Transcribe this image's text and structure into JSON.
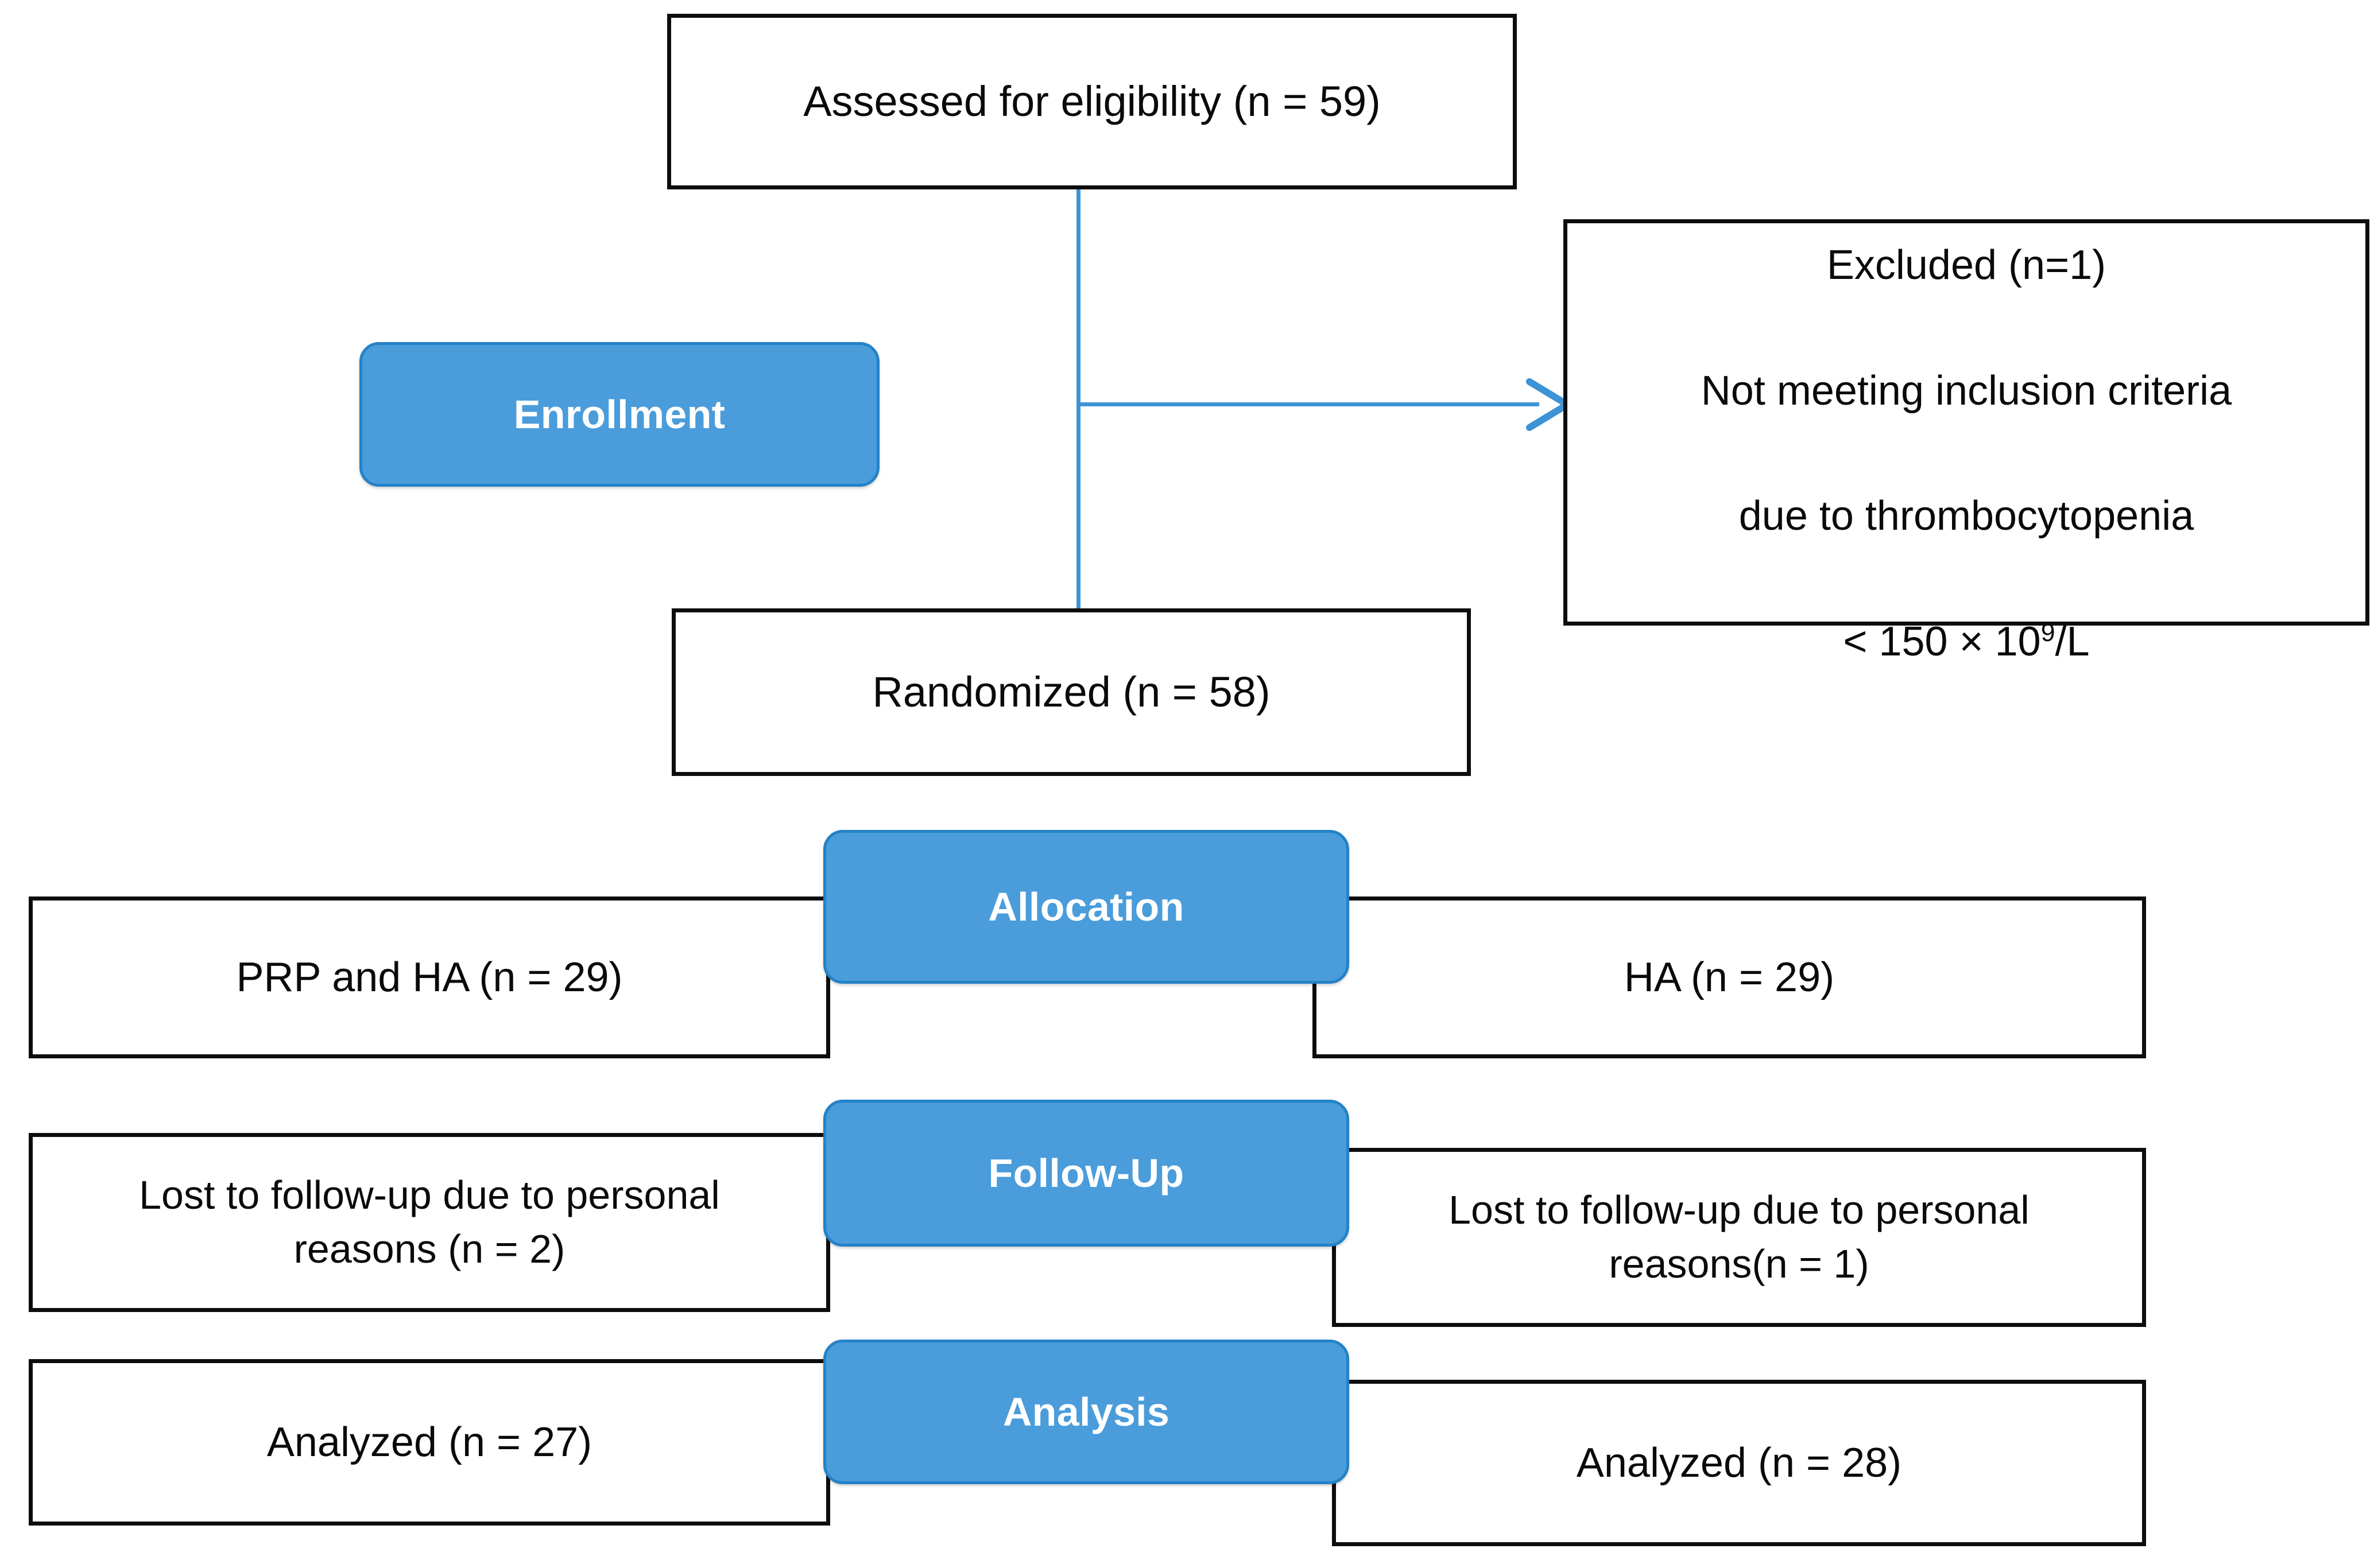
{
  "diagram": {
    "title": "CONSORT participant flow diagram",
    "accent_color": "#4a9cdb",
    "accent_border_color": "#2482c8",
    "connector_color": "#3d93d6",
    "box_border_color": "#0d0d0d",
    "text_color": "#0a0a0a",
    "pill_text_color": "#ffffff"
  },
  "stages": [
    {
      "id": "enrollment",
      "label": "Enrollment"
    },
    {
      "id": "allocation",
      "label": "Allocation"
    },
    {
      "id": "follow_up",
      "label": "Follow-Up"
    },
    {
      "id": "analysis",
      "label": "Analysis"
    }
  ],
  "nodes": {
    "assessed": {
      "text": "Assessed for eligibility (n = 59)",
      "count": 59
    },
    "excluded": {
      "line1": "Excluded (n=1)",
      "line2": "Not meeting inclusion criteria",
      "line3": "due to thrombocytopenia",
      "line4_prefix": "< 150 × 10",
      "line4_superscript": "9",
      "line4_suffix": "/L",
      "count": 1
    },
    "randomized": {
      "text": "Randomized (n = 58)",
      "count": 58
    },
    "allocation_left": {
      "text": "PRP and HA (n = 29)",
      "count": 29
    },
    "allocation_right": {
      "text": "HA (n = 29)",
      "count": 29
    },
    "followup_left": {
      "text": "Lost to follow-up due to personal\nreasons    (n = 2)",
      "count": 2
    },
    "followup_right": {
      "text": "Lost to follow-up due to personal\nreasons(n = 1)",
      "count": 1
    },
    "analysis_left": {
      "text": "Analyzed (n = 27)",
      "count": 27
    },
    "analysis_right": {
      "text": "Analyzed (n = 28)",
      "count": 28
    }
  },
  "connectors": {
    "stem_label": "assessed-to-randomized",
    "branch_label": "assessed-to-excluded"
  }
}
